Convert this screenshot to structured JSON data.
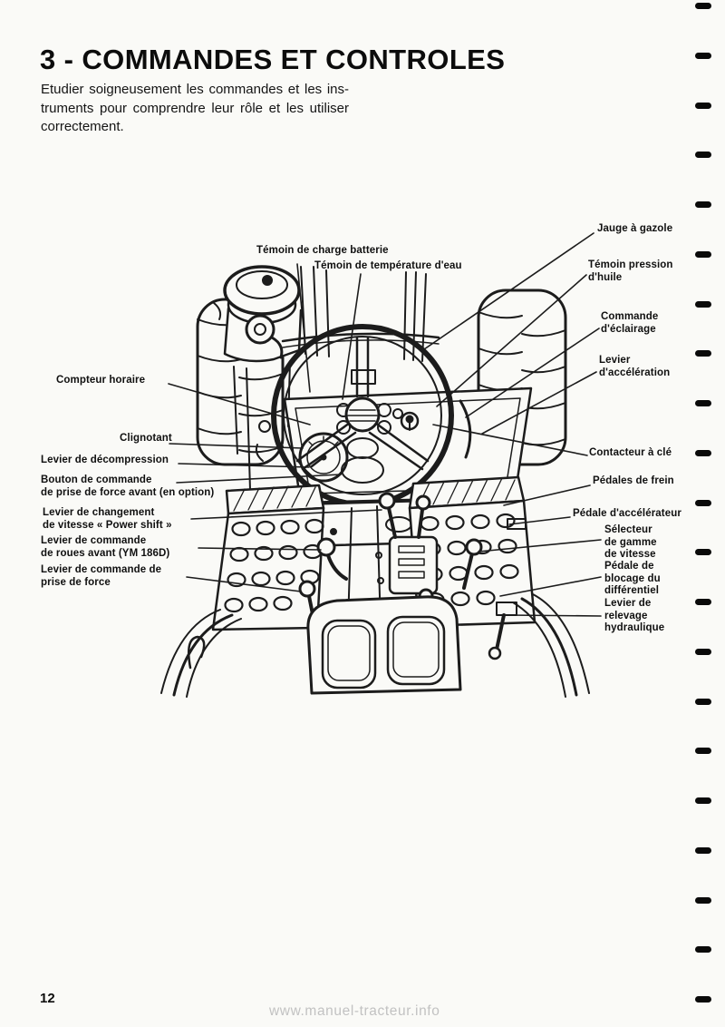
{
  "page": {
    "title": "3 - COMMANDES ET CONTROLES",
    "intro_lines": [
      "Etudier soigneusement les commandes et les ins-",
      "truments pour comprendre leur rôle et les utiliser",
      "correctement."
    ],
    "page_number": "12",
    "watermark": "www.manuel-tracteur.info"
  },
  "colors": {
    "ink": "#111111",
    "paper": "#fafaf7",
    "watermark": "#c2c2c2"
  },
  "diagram": {
    "subject": "vue-poste-de-conduite-tracteur",
    "labels": [
      {
        "id": "temoin-charge-batterie",
        "text": "Témoin de charge batterie"
      },
      {
        "id": "temoin-temperature-eau",
        "text": "Témoin de température d'eau"
      },
      {
        "id": "jauge-a-gazole",
        "text": "Jauge à gazole"
      },
      {
        "id": "temoin-pression-huile",
        "text": "Témoin pression\nd'huile"
      },
      {
        "id": "commande-eclairage",
        "text": "Commande\nd'éclairage"
      },
      {
        "id": "levier-acceleration",
        "text": "Levier\nd'accélération"
      },
      {
        "id": "compteur-horaire",
        "text": "Compteur horaire"
      },
      {
        "id": "clignotant",
        "text": "Clignotant"
      },
      {
        "id": "levier-decompression",
        "text": "Levier de décompression"
      },
      {
        "id": "bouton-commande-pdf-avant",
        "text": "Bouton de commande\nde prise de force avant (en option)"
      },
      {
        "id": "levier-changement-vitesse",
        "text": "Levier de changement\nde vitesse « Power shift »"
      },
      {
        "id": "levier-commande-roues-avant",
        "text": "Levier de commande\nde roues avant (YM 186D)"
      },
      {
        "id": "levier-commande-pdf",
        "text": "Levier de commande de\nprise de force"
      },
      {
        "id": "contacteur-a-cle",
        "text": "Contacteur à clé"
      },
      {
        "id": "pedales-de-frein",
        "text": "Pédales de frein"
      },
      {
        "id": "pedale-accelerateur",
        "text": "Pédale d'accélérateur"
      },
      {
        "id": "selecteur-gamme-vitesse",
        "text": "Sélecteur\nde gamme\nde vitesse"
      },
      {
        "id": "pedale-blocage-differentiel",
        "text": "Pédale de\nblocage du\ndifférentiel"
      },
      {
        "id": "levier-relevage-hydraulique",
        "text": "Levier de\nrelevage\nhydraulique"
      }
    ]
  },
  "binding": {
    "mark_count": 21
  }
}
